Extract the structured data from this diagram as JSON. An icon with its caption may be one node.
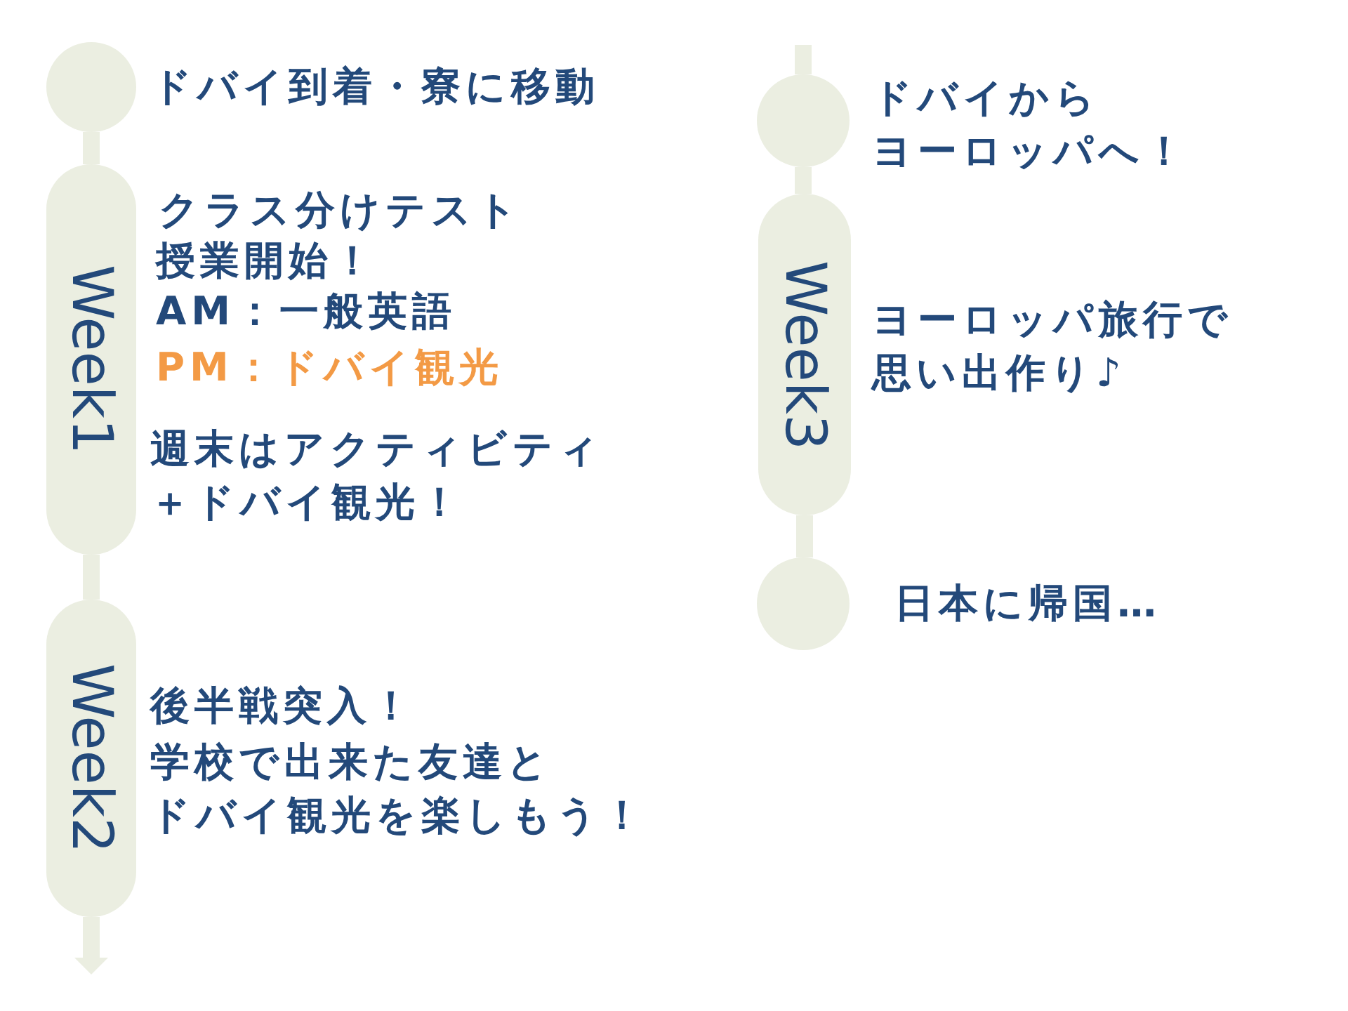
{
  "diagram": {
    "nodes": [
      {
        "text": [],
        "shape": "circle",
        "beside": [
          "ドバイ到着・寮に移動"
        ]
      },
      {
        "text": [
          "Week1"
        ],
        "beside": [
          "クラス分けテスト",
          "授業開始！",
          "AM：一般英語",
          "PM：ドバイ観光",
          "週末はアクティビティ＋ドバイ観光！"
        ]
      },
      {
        "text": [
          "Week2"
        ],
        "beside": [
          "後半戦突入！",
          "学校で出来た友達とドバイ観光を楽しもう！"
        ]
      },
      {
        "text": [],
        "shape": "circle",
        "beside": [
          "ドバイからヨーロッパへ！"
        ]
      },
      {
        "text": [
          "Week3"
        ],
        "beside": [
          "ヨーロッパ旅行で思い出作り♪"
        ]
      },
      {
        "text": [],
        "shape": "circle",
        "beside": [
          "日本に帰国…"
        ]
      }
    ],
    "edges": [
      {
        "from": 0,
        "to": 1,
        "arrow": "none"
      },
      {
        "from": 1,
        "to": 2,
        "arrow": "none"
      },
      {
        "from": 2,
        "to": null,
        "arrow": "to"
      },
      {
        "from": null,
        "to": 3,
        "arrow": "none"
      },
      {
        "from": 3,
        "to": 4,
        "arrow": "none"
      },
      {
        "from": 4,
        "to": 5,
        "arrow": "none"
      }
    ]
  }
}
